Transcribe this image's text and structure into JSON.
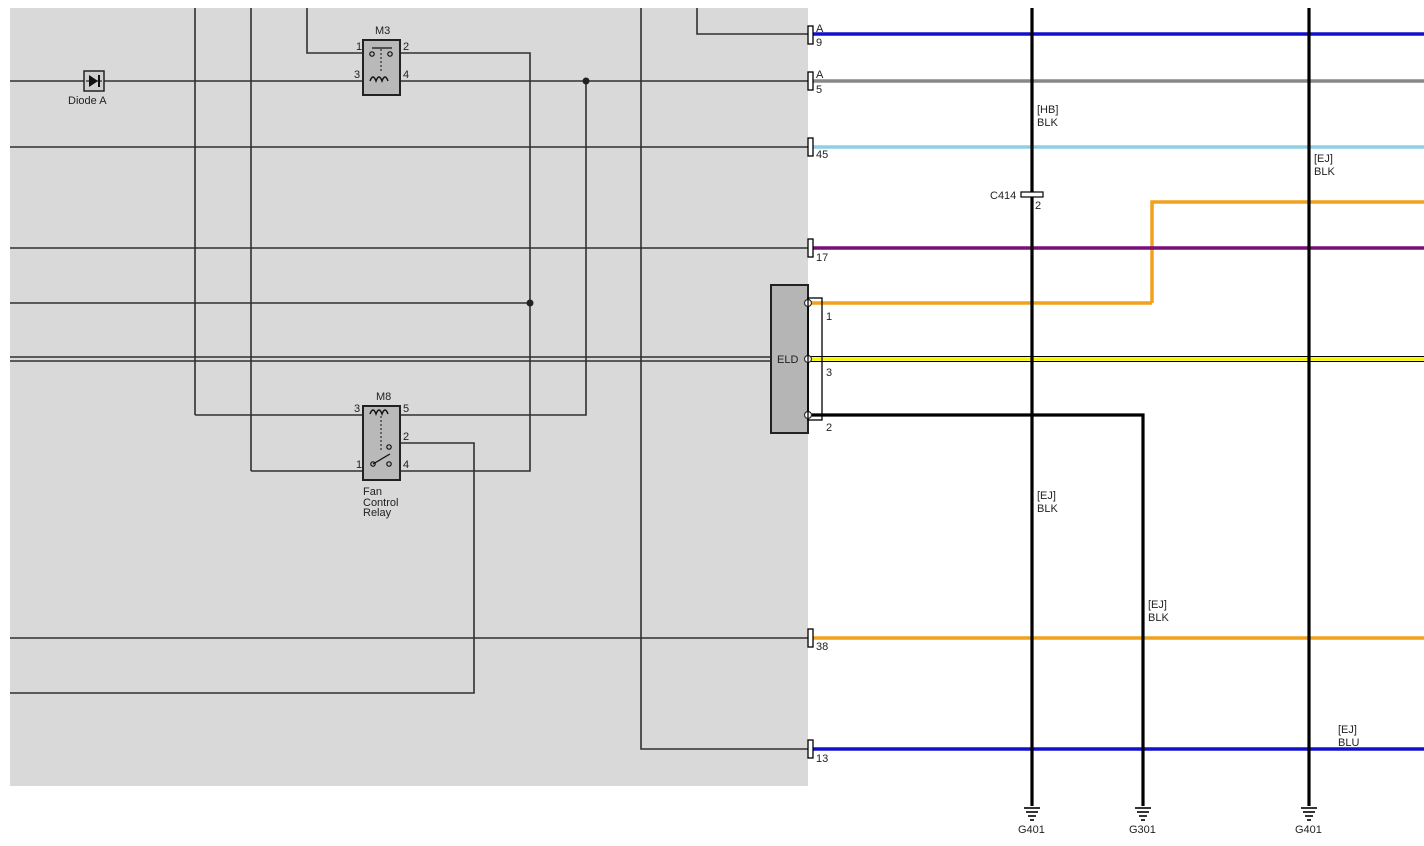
{
  "diagram": {
    "components": {
      "diode_a": {
        "label": "Diode A"
      },
      "m3": {
        "label": "M3",
        "pins": [
          "1",
          "2",
          "3",
          "4"
        ]
      },
      "m8": {
        "label": "M8",
        "pins": [
          "3",
          "5",
          "2",
          "1",
          "4"
        ],
        "caption_lines": [
          "Fan",
          "Control",
          "Relay"
        ]
      },
      "eld": {
        "label": "ELD",
        "pins": [
          "1",
          "3",
          "2"
        ]
      },
      "c414": {
        "label": "C414",
        "pin": "2"
      }
    },
    "connectors": [
      {
        "id": "A9",
        "prefix": "A",
        "pin": "9",
        "color": "#1111cc"
      },
      {
        "id": "A5",
        "prefix": "A",
        "pin": "5",
        "color": "#888888"
      },
      {
        "id": "45",
        "prefix": "",
        "pin": "45",
        "color": "#8ecfe6"
      },
      {
        "id": "17",
        "prefix": "",
        "pin": "17",
        "color": "#7a0f78"
      },
      {
        "id": "38",
        "prefix": "",
        "pin": "38",
        "color": "#f0a21c"
      },
      {
        "id": "13",
        "prefix": "",
        "pin": "13",
        "color": "#1111cc"
      }
    ],
    "wire_colors": {
      "orange": "#f0a21c",
      "yellow": "#f5f500",
      "black": "#000000"
    },
    "wire_labels": {
      "hb_blk": [
        "[HB]",
        "BLK"
      ],
      "ej_blk_right": [
        "[EJ]",
        "BLK"
      ],
      "ej_blk_mid": [
        "[EJ]",
        "BLK"
      ],
      "ej_blk_g301": [
        "[EJ]",
        "BLK"
      ],
      "ej_blu": [
        "[EJ]",
        "BLU"
      ]
    },
    "grounds": [
      "G401",
      "G301",
      "G401"
    ]
  }
}
